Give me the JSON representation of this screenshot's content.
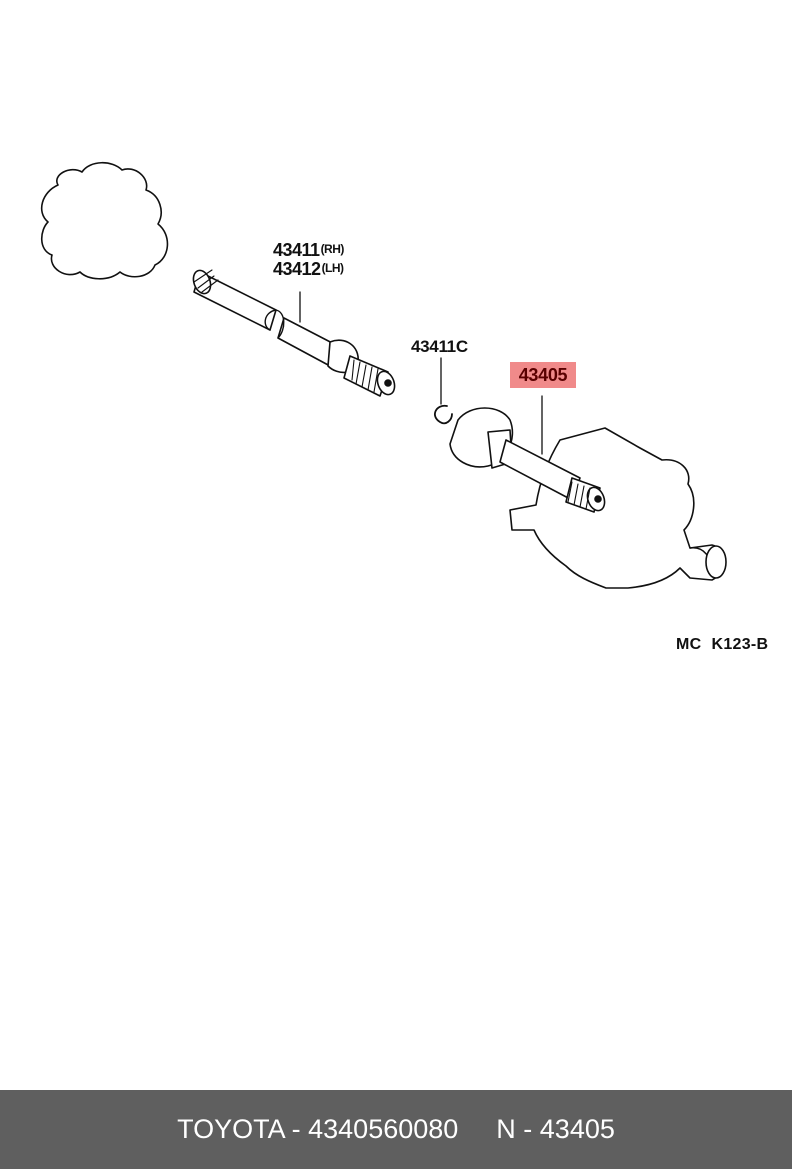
{
  "labels": {
    "part_rh": "43411",
    "part_rh_side": "(RH)",
    "part_lh": "43412",
    "part_lh_side": "(LH)",
    "part_ring": "43411C",
    "part_highlight": "43405",
    "diagram_code_prefix": "MC",
    "diagram_code": "K123-B"
  },
  "footer": {
    "left": "TOYOTA - 4340560080",
    "right": "N - 43405"
  },
  "colors": {
    "highlight": "#f08a8a",
    "footer_bg": "#5f5f5f"
  }
}
